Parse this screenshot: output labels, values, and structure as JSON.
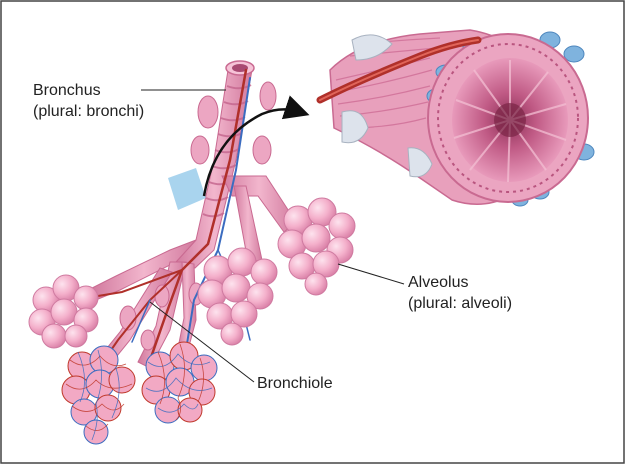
{
  "labels": {
    "bronchus": "Bronchus",
    "bronchus_plural": "(plural: bronchi)",
    "alveolus": "Alveolus",
    "alveolus_plural": "(plural: alveoli)",
    "bronchiole": "Bronchiole"
  },
  "colors": {
    "airway": "#E8A0BC",
    "airway_dark": "#CF6E96",
    "alveoli": "#F4B0CB",
    "artery": "#C0392B",
    "vein": "#3B6CC0",
    "cartilage": "#DDE3EC",
    "fat": "#7FB3DE",
    "frame_border": "#444444",
    "cut_plane": "#8CC6E8"
  }
}
